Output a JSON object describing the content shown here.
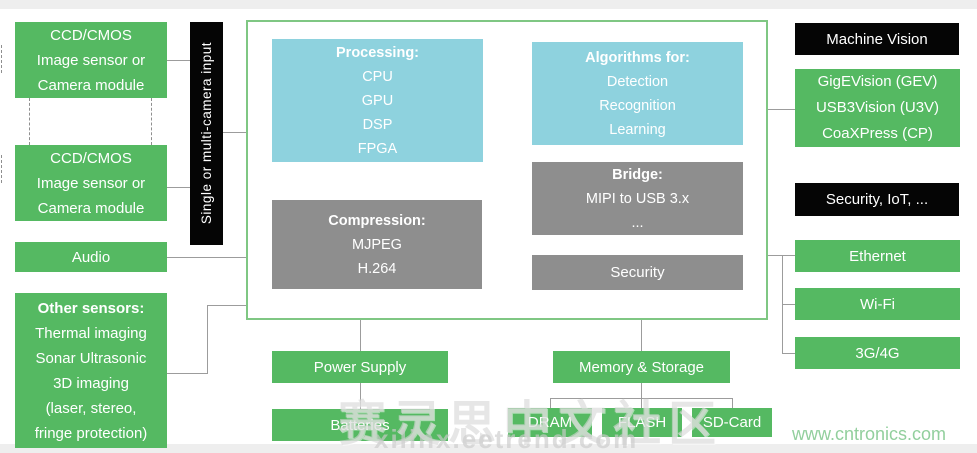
{
  "colors": {
    "green": "#55b962",
    "cyan": "#8ed2de",
    "gray": "#8e8e8e",
    "black": "#050505",
    "frame_border_green": "#7fc783",
    "connector_gray": "#9c9c9c",
    "watermark_green": "#92cf9d"
  },
  "left_column": {
    "camera1": {
      "lines": [
        "CCD/CMOS",
        "Image sensor or",
        "Camera module"
      ]
    },
    "camera2": {
      "lines": [
        "CCD/CMOS",
        "Image sensor or",
        "Camera module"
      ]
    },
    "audio_label": "Audio",
    "other_sensors": {
      "title": "Other sensors:",
      "items": [
        "Thermal imaging",
        "Sonar Ultrasonic",
        "3D imaging",
        "(laser, stereo,",
        "fringe protection)"
      ]
    }
  },
  "input_bar_label": "Single or multi-camera input",
  "main": {
    "processing": {
      "title": "Processing:",
      "items": [
        "CPU",
        "GPU",
        "DSP",
        "FPGA"
      ]
    },
    "algorithms": {
      "title": "Algorithms for:",
      "items": [
        "Detection",
        "Recognition",
        "Learning"
      ]
    },
    "compression": {
      "title": "Compression:",
      "items": [
        "MJPEG",
        "H.264"
      ]
    },
    "bridge": {
      "title": "Bridge:",
      "items": [
        "MIPI to USB 3.x",
        "..."
      ]
    },
    "security_label": "Security"
  },
  "right_column": {
    "machine_vision_label": "Machine Vision",
    "vision_standards": [
      "GigEVision (GEV)",
      "USB3Vision (U3V)",
      "CoaXPress (CP)"
    ],
    "security_iot_label": "Security, IoT, ...",
    "connectivity": [
      "Ethernet",
      "Wi-Fi",
      "3G/4G"
    ]
  },
  "bottom": {
    "power_supply_label": "Power Supply",
    "batteries_label": "Batteries",
    "memory_storage_label": "Memory & Storage",
    "memory_types": [
      "DRAM",
      "FLASH",
      "SD-Card"
    ]
  },
  "watermarks": {
    "cn_text": "赛灵思中文社区",
    "site1": "xilinx.eetrend.com",
    "site2": "www.cntronics.com"
  }
}
